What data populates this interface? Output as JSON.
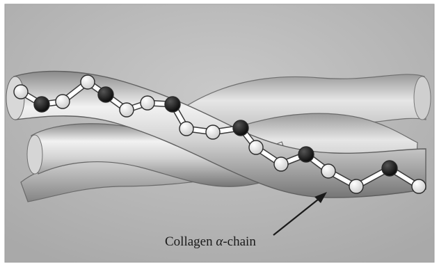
{
  "label": {
    "prefix": "Collagen ",
    "symbol": "α",
    "suffix": "-chain"
  },
  "colors": {
    "background": "#b9b9b9",
    "strand_light": "#f4f4f4",
    "strand_mid": "#bdbdbd",
    "strand_dark": "#6e6e6e",
    "atom_dark": "#151515",
    "atom_light": "#f6f6f6",
    "bond": "#ffffff",
    "arrow": "#1a1a1a"
  },
  "chain": {
    "atom_kinds": [
      "light",
      "dark",
      "light",
      "light",
      "dark",
      "light",
      "light",
      "dark",
      "light",
      "light",
      "dark",
      "light",
      "light",
      "dark",
      "light",
      "light",
      "dark",
      "light"
    ]
  }
}
